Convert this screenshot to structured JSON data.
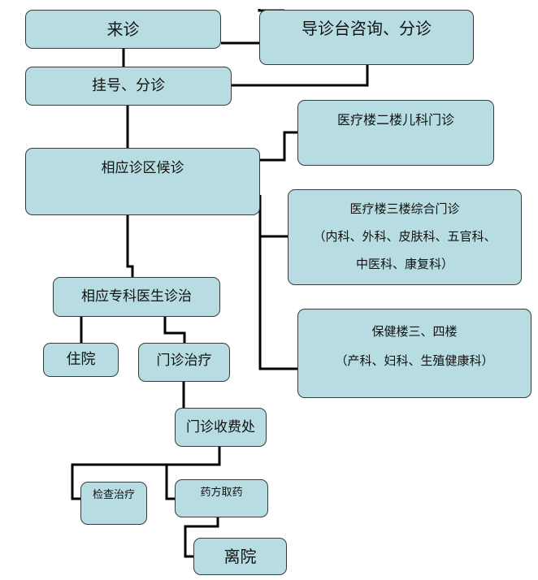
{
  "nodes": {
    "visit": "来诊",
    "guide_desk": "导诊台咨询、分诊",
    "register": "挂号、分诊",
    "pediatrics": "医疗楼二楼儿科门诊",
    "waiting": "相应诊区候诊",
    "general_clinic": {
      "line1": "医疗楼三楼综合门诊",
      "line2": "（内科、外科、皮肤科、五官科、",
      "line3": "中医科、康复科）"
    },
    "doctor": "相应专科医生诊治",
    "health_building": {
      "line1": "保健楼三、四楼",
      "line2": "（产科、妇科、生殖健康科）"
    },
    "inpatient": "住院",
    "outpatient_treatment": "门诊治疗",
    "cashier": "门诊收费处",
    "exam": "检查治疗",
    "pharmacy": "药方取药",
    "leave": "离院"
  }
}
